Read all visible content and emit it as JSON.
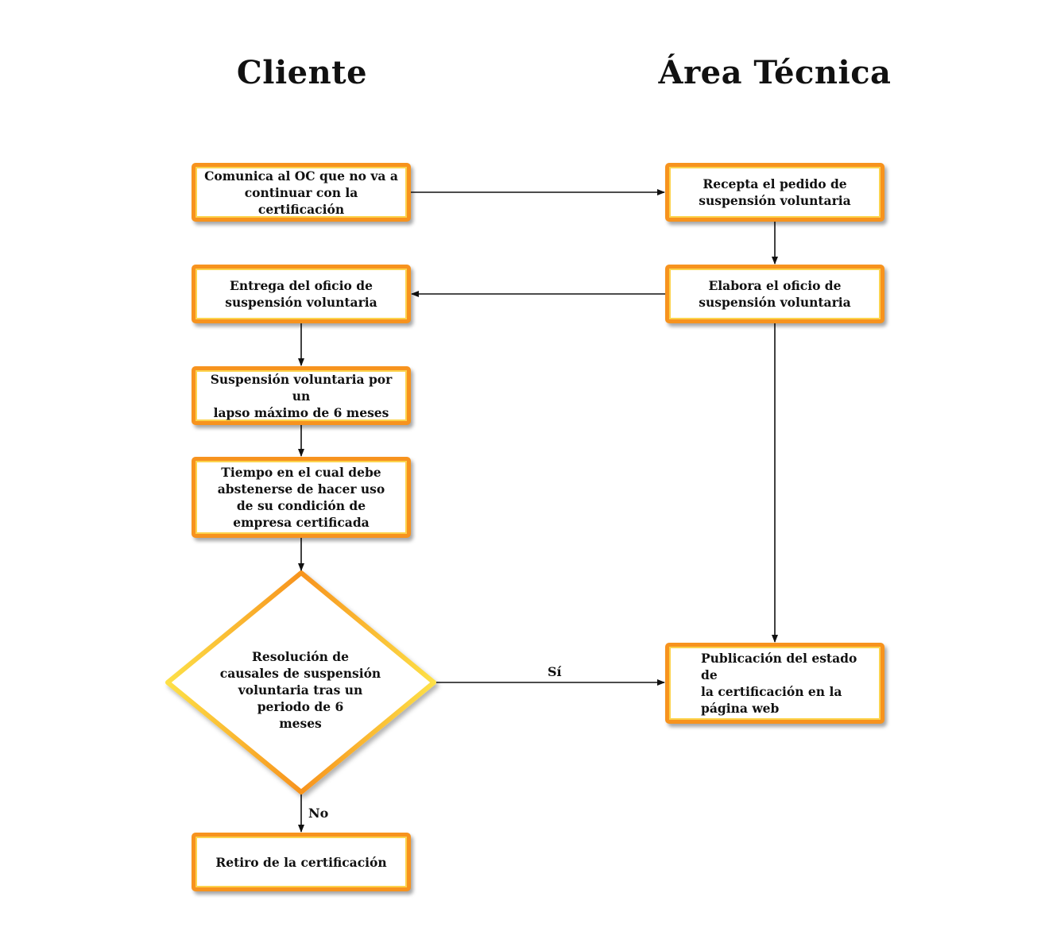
{
  "lanes": {
    "left": "Cliente",
    "right": "Área Técnica"
  },
  "nodes": {
    "comunica": "Comunica al OC que no va a\ncontinuar con la certificación",
    "recepta": "Recepta el pedido de\nsuspensión voluntaria",
    "entrega": "Entrega del oficio de\nsuspensión voluntaria",
    "elabora": "Elabora el oficio de\nsuspensión voluntaria",
    "suspension": "Suspensión voluntaria por un\nlapso máximo de 6 meses",
    "tiempo": "Tiempo en el cual debe\nabstenerse de hacer uso\nde su condición de\nempresa certificada",
    "decision": "Resolución de\ncausales de suspensión\nvoluntaria tras un\nperiodo de 6\nmeses",
    "publicacion": "Publicación del estado de\nla certificación en la\npágina web",
    "retiro": "Retiro de la certificación"
  },
  "edge_labels": {
    "yes": "Sí",
    "no": "No"
  },
  "colors": {
    "border_orange": "#f7931e",
    "border_yellow": "#fcd34d",
    "arrow": "#111111"
  }
}
